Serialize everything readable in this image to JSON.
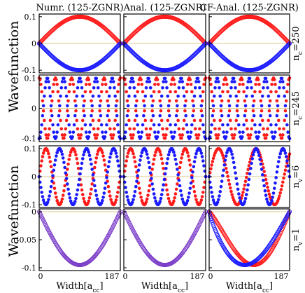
{
  "figure": {
    "ylabel": "Wavefunction",
    "xlabel_base": "Width[a",
    "xlabel_sub": "cc",
    "xlabel_end": "]"
  },
  "colors": {
    "red": "#ff1a1a",
    "blue": "#1a1aff",
    "purple": "#7a3cc8",
    "frame": "#000000",
    "zero_line": "#d8c98a"
  },
  "chart_data": {
    "type": "scatter",
    "columns": [
      "Numr. (125-ZGNR)",
      "Anal. (125-ZGNR)",
      "CF-Anal. (125-ZGNR)"
    ],
    "row_labels": [
      {
        "base": "n",
        "sub": "c",
        "rest": "=250"
      },
      {
        "base": "n",
        "sub": "c",
        "rest": "=245"
      },
      {
        "base": "n",
        "sub": "v",
        "rest": "=6"
      },
      {
        "base": "n",
        "sub": "v",
        "rest": "=1"
      }
    ],
    "xlim": [
      0,
      187
    ],
    "x_ticks": [
      "0",
      "187"
    ],
    "y_ticks": [
      [
        "0.1",
        "0",
        "-0.1"
      ],
      [
        "0.1",
        "0",
        "-0.1"
      ],
      [
        "0.1",
        "0",
        "-0.1"
      ],
      [
        "0",
        "-0.05",
        "-0.1"
      ]
    ],
    "rows": [
      {
        "ylim": [
          -0.11,
          0.11
        ],
        "mode": "n",
        "n": 1,
        "amp": 0.1,
        "offset": 0.0,
        "markers": "dense"
      },
      {
        "ylim": [
          -0.11,
          0.11
        ],
        "mode": "n",
        "n": 10,
        "amp": 0.1,
        "offset": 0.5,
        "markers": "dots"
      },
      {
        "ylim": [
          -0.11,
          0.11
        ],
        "mode": "n",
        "n": 6,
        "amp": 0.1,
        "offset": 0.0,
        "markers": "dots"
      },
      {
        "ylim": [
          -0.105,
          0.005
        ],
        "mode": "v",
        "amp": 0.095,
        "markers": "dense"
      }
    ]
  }
}
